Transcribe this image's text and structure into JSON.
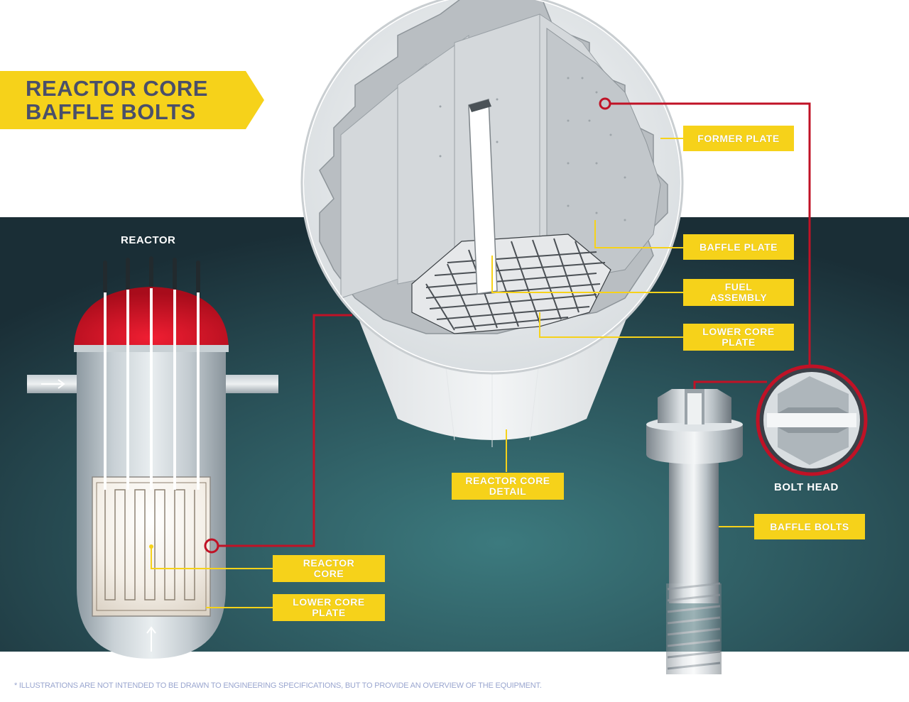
{
  "title": {
    "line1": "REACTOR CORE",
    "line2": "BAFFLE BOLTS"
  },
  "labels": {
    "reactor": "REACTOR",
    "bolt_head": "BOLT HEAD"
  },
  "callouts": {
    "former_plate": "FORMER PLATE",
    "baffle_plate": "BAFFLE PLATE",
    "fuel_assembly": "FUEL\nASSEMBLY",
    "lower_core_plate_detail": "LOWER CORE\nPLATE",
    "reactor_core_detail": "REACTOR CORE\nDETAIL",
    "baffle_bolts": "BAFFLE BOLTS",
    "reactor_core": "REACTOR\nCORE",
    "lower_core_plate_reactor": "LOWER CORE\nPLATE"
  },
  "footnote": "* ILLUSTRATIONS ARE NOT INTENDED TO BE DRAWN TO ENGINEERING SPECIFICATIONS, BUT TO PROVIDE AN OVERVIEW OF THE EQUIPMENT.",
  "colors": {
    "banner_yellow": "#f6d21a",
    "title_text": "#4a4f6a",
    "background_teal": "#2f5a60",
    "dome_red": "#d4152a",
    "leader_red": "#c01226",
    "leader_yellow": "#f6d21a"
  }
}
